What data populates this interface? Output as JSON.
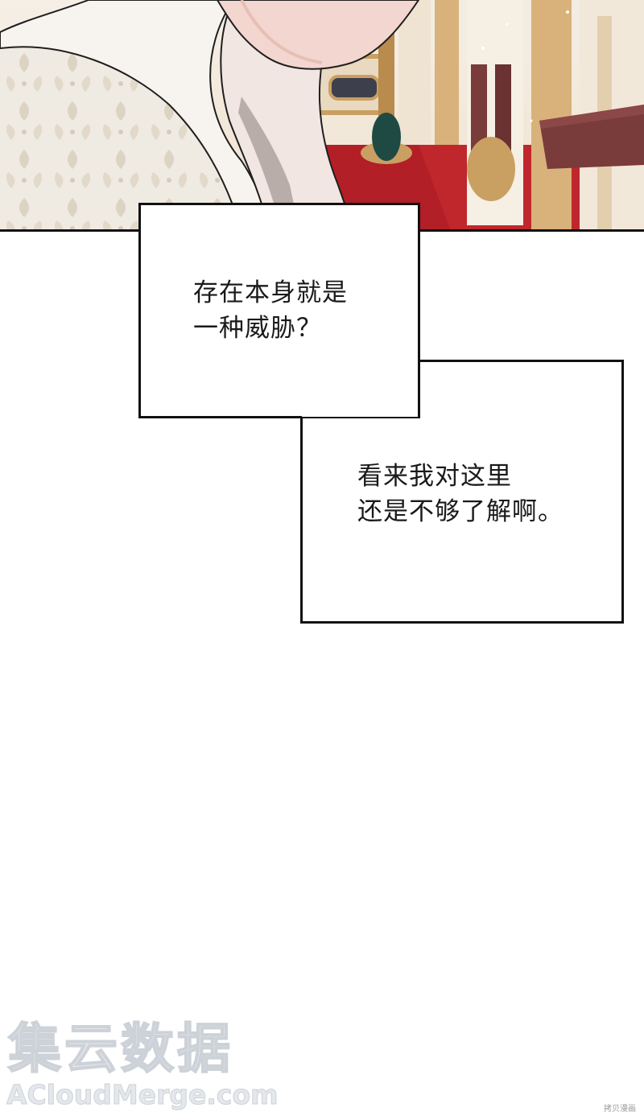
{
  "panel": {
    "scene": "palace-interior",
    "colors": {
      "skin": "#f2d6cf",
      "robe": "#efe9df",
      "robe_pattern": "#d9cfbf",
      "wall": "#f7f1e8",
      "gold": "#c9a062",
      "carpet": "#c0272d",
      "dark_red": "#7a3b3b"
    }
  },
  "dialogue_1": {
    "line1": "存在本身就是",
    "line2": "一种威胁？"
  },
  "dialogue_2": {
    "line1": "看来我对这里",
    "line2": "还是不够了解啊。"
  },
  "watermark": {
    "chinese": "集云数据",
    "english": "ACloudMerge.com"
  },
  "corner_mark": "拷贝漫画"
}
